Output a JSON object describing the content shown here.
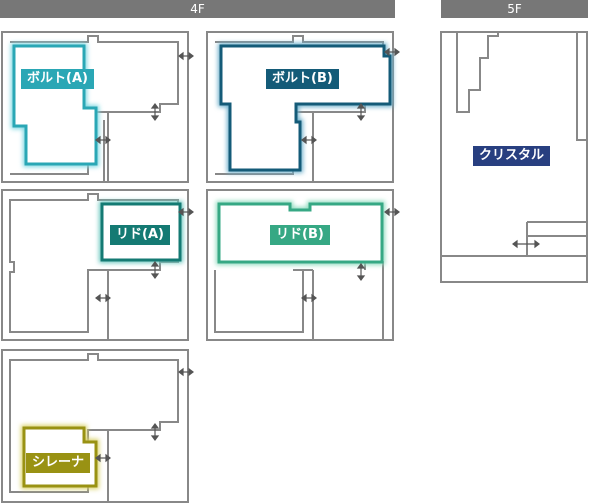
{
  "floors": {
    "f4": {
      "label": "4F"
    },
    "f5": {
      "label": "5F"
    }
  },
  "rooms": {
    "bolt_a": {
      "name": "ボルト(A)",
      "color": "#2aa7b5"
    },
    "bolt_b": {
      "name": "ボルト(B)",
      "color": "#145b78"
    },
    "lid_a": {
      "name": "リド(A)",
      "color": "#147a73"
    },
    "lid_b": {
      "name": "リド(B)",
      "color": "#36a884"
    },
    "crystal": {
      "name": "クリスタル",
      "color": "#283f80"
    },
    "sirena": {
      "name": "シレーナ",
      "color": "#999213"
    }
  },
  "colors": {
    "wall": "#888888",
    "header": "#777777",
    "arrow": "#555555"
  }
}
